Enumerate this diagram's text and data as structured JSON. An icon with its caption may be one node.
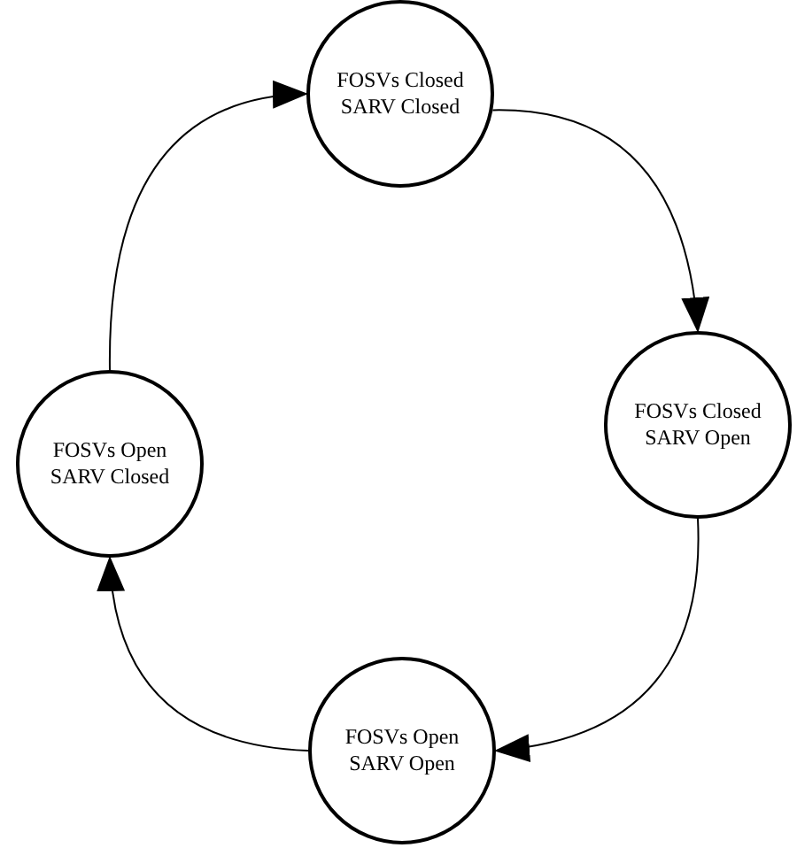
{
  "diagram": {
    "nodes": [
      {
        "text": [
          "FOSVs Closed",
          "SARV Closed"
        ]
      },
      {
        "text": [
          "FOSVs Closed",
          "SARV Open"
        ]
      },
      {
        "text": [
          "FOSVs Open",
          "SARV Open"
        ]
      },
      {
        "text": [
          "FOSVs Open",
          "SARV Closed"
        ]
      }
    ],
    "edges": [
      {
        "from": 0,
        "to": 1,
        "arrow": "to"
      },
      {
        "from": 1,
        "to": 2,
        "arrow": "to"
      },
      {
        "from": 2,
        "to": 3,
        "arrow": "to"
      },
      {
        "from": 3,
        "to": 0,
        "arrow": "to"
      }
    ]
  }
}
